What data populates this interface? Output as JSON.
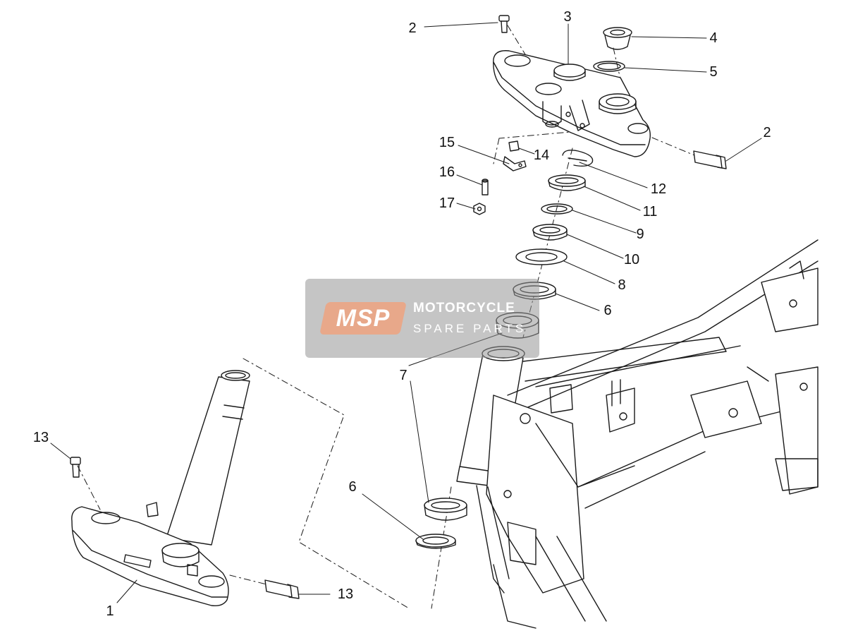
{
  "callouts": [
    {
      "id": "c1",
      "text": "1"
    },
    {
      "id": "c2a",
      "text": "2"
    },
    {
      "id": "c2b",
      "text": "2"
    },
    {
      "id": "c3",
      "text": "3"
    },
    {
      "id": "c4",
      "text": "4"
    },
    {
      "id": "c5",
      "text": "5"
    },
    {
      "id": "c6a",
      "text": "6"
    },
    {
      "id": "c6b",
      "text": "6"
    },
    {
      "id": "c7",
      "text": "7"
    },
    {
      "id": "c8",
      "text": "8"
    },
    {
      "id": "c9",
      "text": "9"
    },
    {
      "id": "c10",
      "text": "10"
    },
    {
      "id": "c11",
      "text": "11"
    },
    {
      "id": "c12",
      "text": "12"
    },
    {
      "id": "c13a",
      "text": "13"
    },
    {
      "id": "c13b",
      "text": "13"
    },
    {
      "id": "c14",
      "text": "14"
    },
    {
      "id": "c15",
      "text": "15"
    },
    {
      "id": "c16",
      "text": "16"
    },
    {
      "id": "c17",
      "text": "17"
    }
  ],
  "watermark": {
    "logo": "MSP",
    "line1": "MOTORCYCLE",
    "line2": "SPARE PARTS"
  },
  "colors": {
    "line": "#1a1a1a",
    "part_fill": "#ffffff",
    "shade": "#d9d9d9",
    "watermark_box": "#969696",
    "watermark_logo": "#e8a88a"
  }
}
